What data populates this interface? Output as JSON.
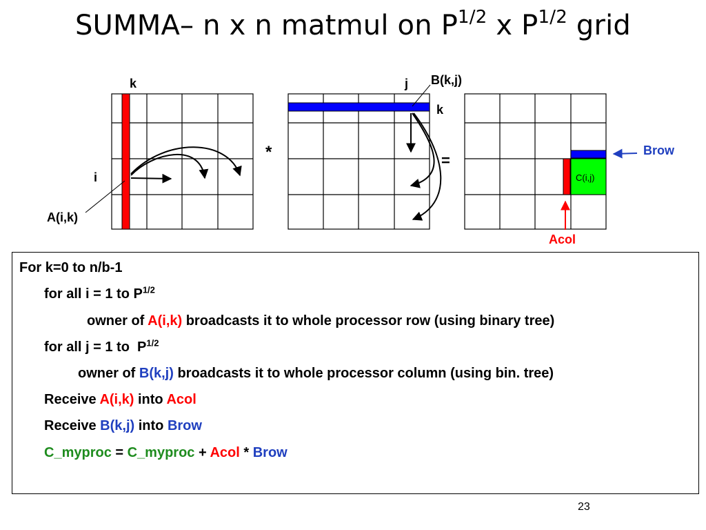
{
  "slide": {
    "title_main": "SUMMA– n x n matmul on P",
    "title_exp1": "1/2",
    "title_mid": " x P",
    "title_exp2": "1/2",
    "title_end": " grid",
    "page_number": "23"
  },
  "diagram": {
    "label_k_a": "k",
    "label_i": "i",
    "label_aik": "A(i,k)",
    "op_multiply": "*",
    "label_j": "j",
    "label_bkj": "B(k,j)",
    "label_k_b": "k",
    "op_equals": "=",
    "label_brow": "Brow",
    "label_cij": "C(i,j)",
    "label_acol": "Acol",
    "colors": {
      "acol_bar": "#ff0000",
      "brow_bar": "#0000ff",
      "c_cell": "#00ff00",
      "label_red": "#ff0000",
      "label_blue": "#1f3fbf"
    }
  },
  "algorithm": {
    "line1": "For k=0 to n/b-1",
    "line2_text": "for all i = 1 to P",
    "line2_exp": "1/2",
    "line3_pre": "owner of ",
    "line3_hl": "A(i,k)",
    "line3_post": " broadcasts it to whole processor row (using binary tree)",
    "line4_text": "for all j = 1 to  P",
    "line4_exp": "1/2",
    "line5_pre": "owner of ",
    "line5_hl": "B(k,j)",
    "line5_post": " broadcasts it to whole processor column (using bin. tree)",
    "line6_pre": "Receive ",
    "line6_hl1": "A(i,k)",
    "line6_mid": " into ",
    "line6_hl2": "Acol",
    "line7_pre": "Receive ",
    "line7_hl1": "B(k,j)",
    "line7_mid": " into ",
    "line7_hl2": "Brow",
    "line8_c1": "C_myproc",
    "line8_eq": " = ",
    "line8_c2": "C_myproc",
    "line8_plus": " + ",
    "line8_acol": "Acol",
    "line8_times": " * ",
    "line8_brow": "Brow"
  }
}
